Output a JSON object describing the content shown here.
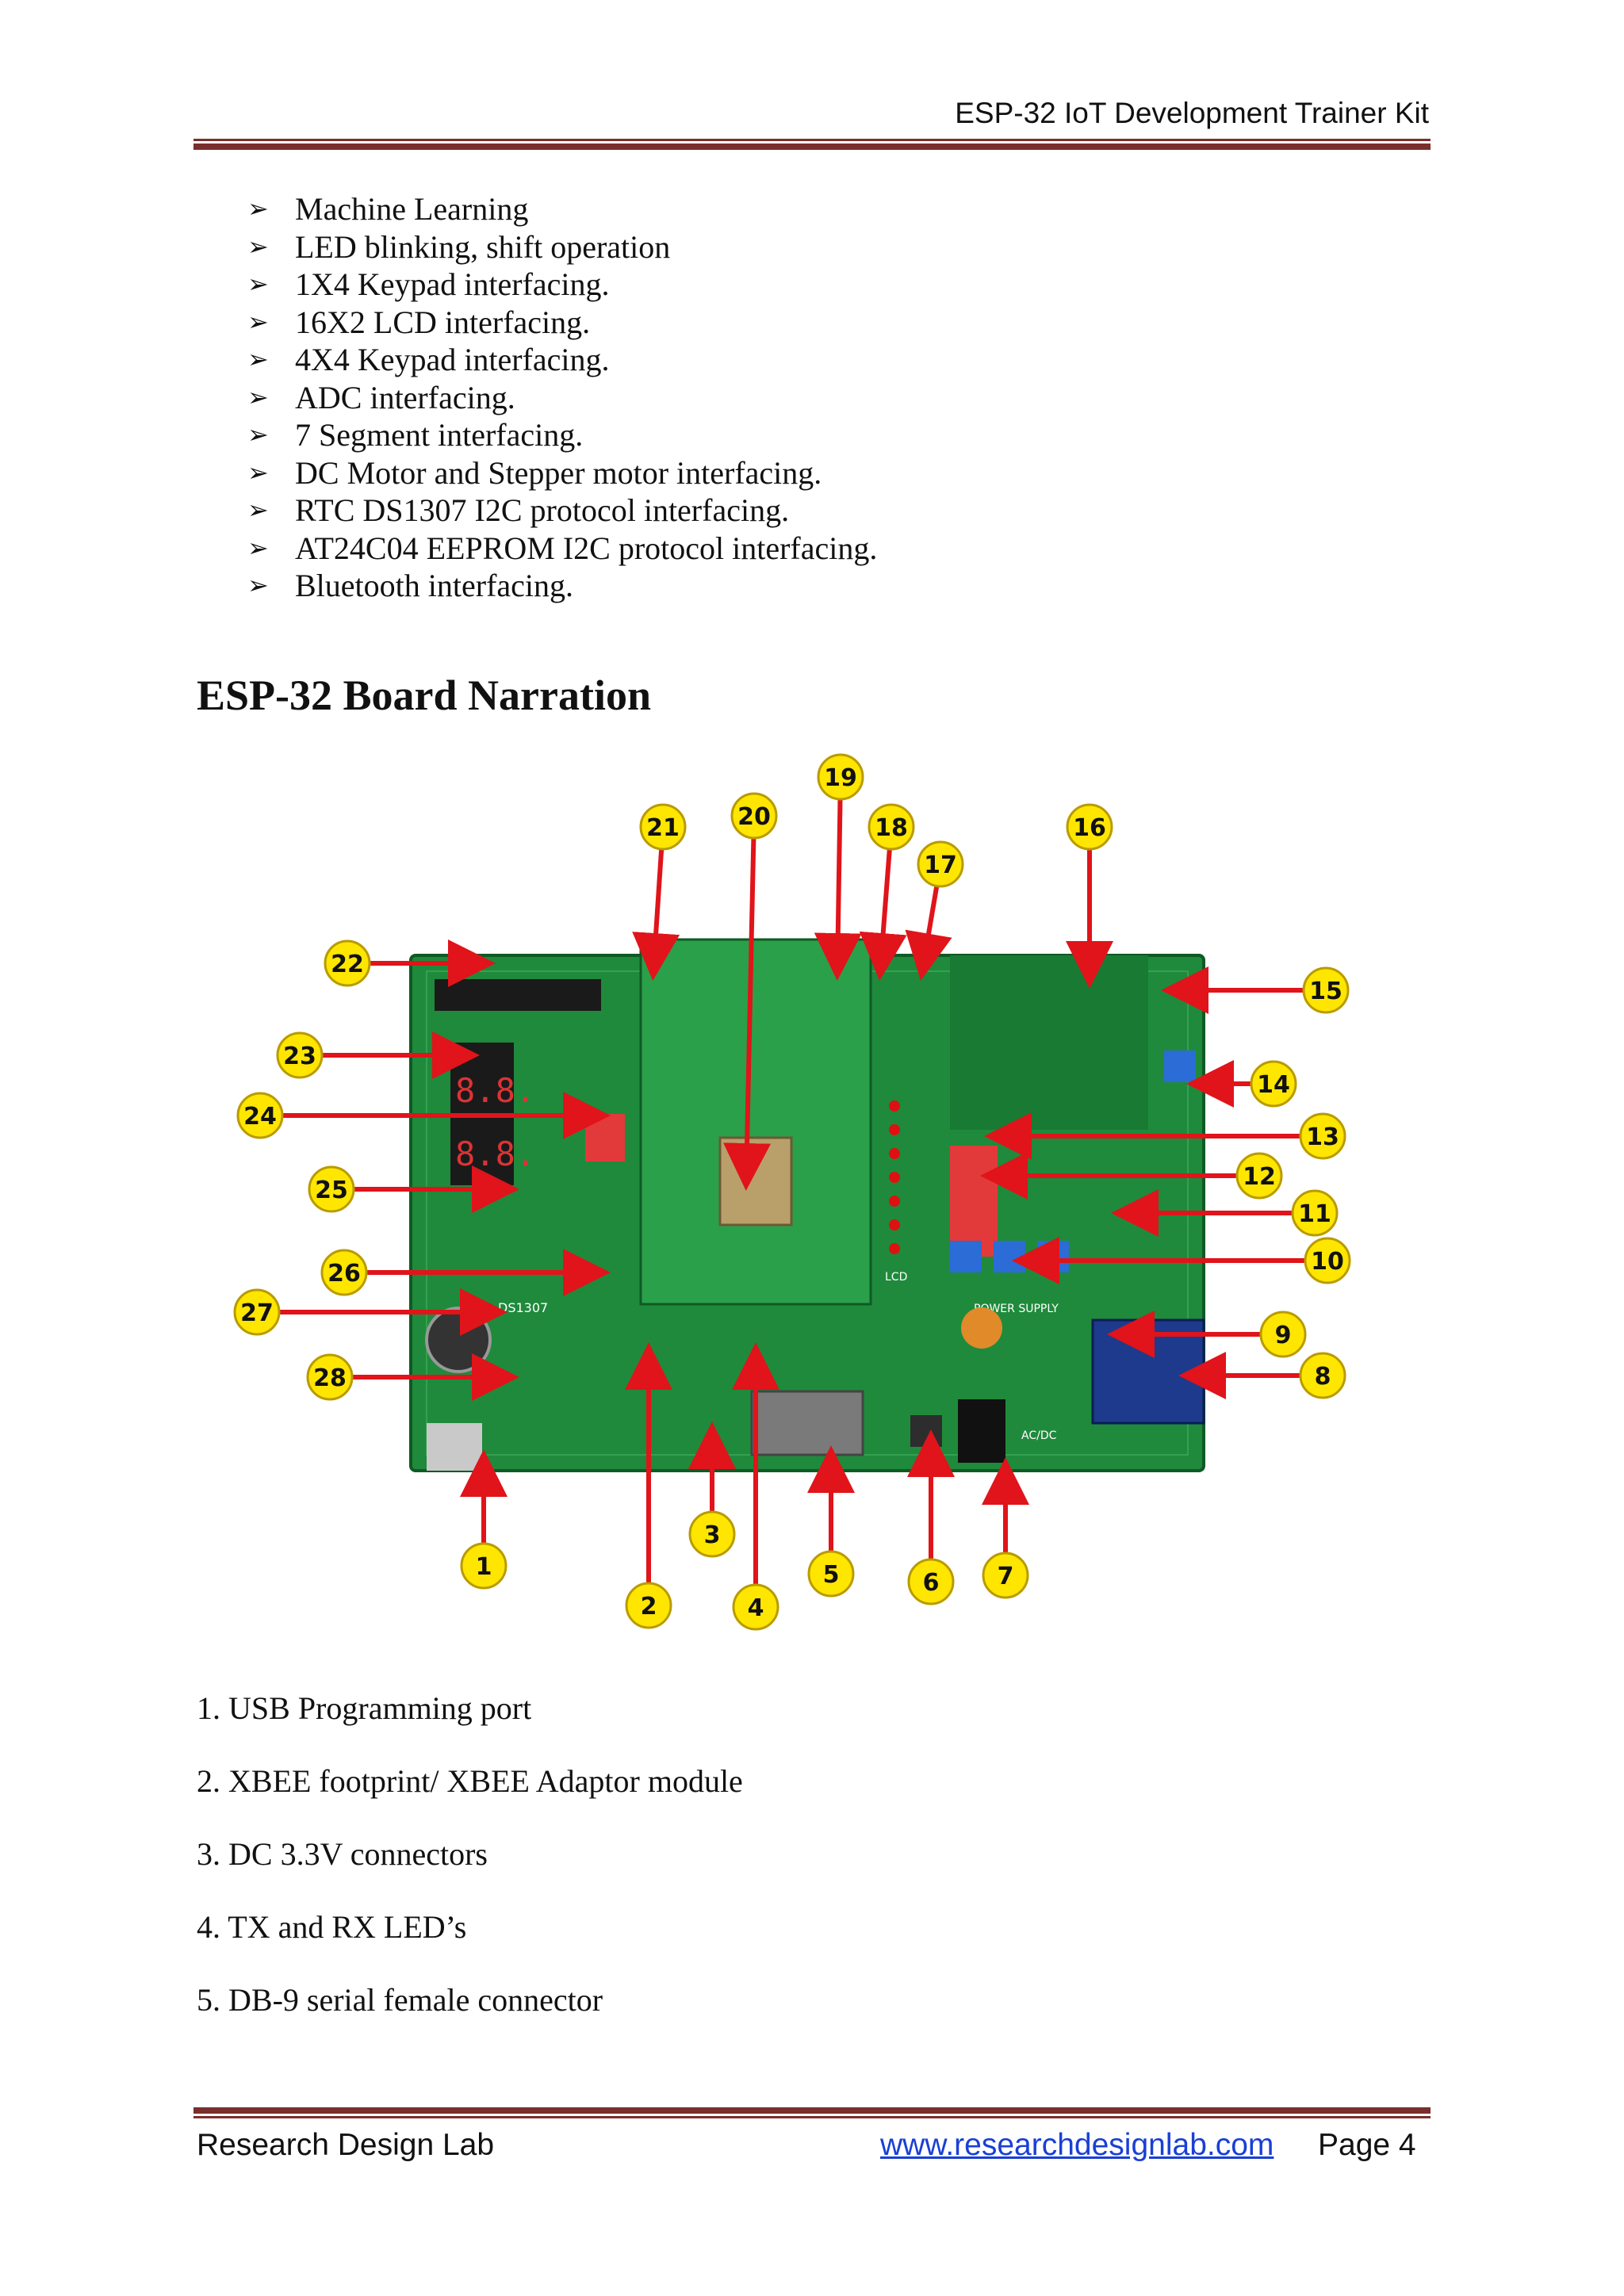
{
  "header": {
    "title": "ESP-32 IoT Development Trainer Kit"
  },
  "features": [
    "Machine Learning",
    "LED blinking, shift operation",
    "1X4 Keypad interfacing.",
    "16X2 LCD interfacing.",
    "4X4 Keypad interfacing.",
    "ADC interfacing.",
    "7 Segment interfacing.",
    "DC Motor and Stepper motor interfacing.",
    "RTC DS1307 I2C protocol interfacing.",
    "AT24C04 EEPROM I2C protocol interfacing.",
    "Bluetooth interfacing."
  ],
  "bullet_icon": "arrowhead-bullet",
  "section": {
    "title": "ESP-32 Board Narration"
  },
  "board": {
    "callouts": [
      "1",
      "2",
      "3",
      "4",
      "5",
      "6",
      "7",
      "8",
      "9",
      "10",
      "11",
      "12",
      "13",
      "14",
      "15",
      "16",
      "17",
      "18",
      "19",
      "20",
      "21",
      "22",
      "23",
      "24",
      "25",
      "26",
      "27",
      "28"
    ],
    "seven_segment": "8.8.",
    "rtc_label": "DS1307",
    "lcd_label": "LCD",
    "power_label": "POWER SUPPLY",
    "dc_jack_label": "AC/DC"
  },
  "narration": [
    "1. USB Programming port",
    "2. XBEE footprint/ XBEE Adaptor module",
    "3. DC 3.3V connectors",
    "4. TX and RX LED’s",
    "5. DB-9 serial female connector"
  ],
  "footer": {
    "company": "Research Design Lab",
    "url": "www.researchdesignlab.com",
    "page": "Page 4"
  },
  "colors": {
    "rule": "#7a2f2c",
    "pcb": "#1f8a3c",
    "callout": "#ffe600",
    "arrow": "#e0141a",
    "link": "#1a3fd6"
  }
}
